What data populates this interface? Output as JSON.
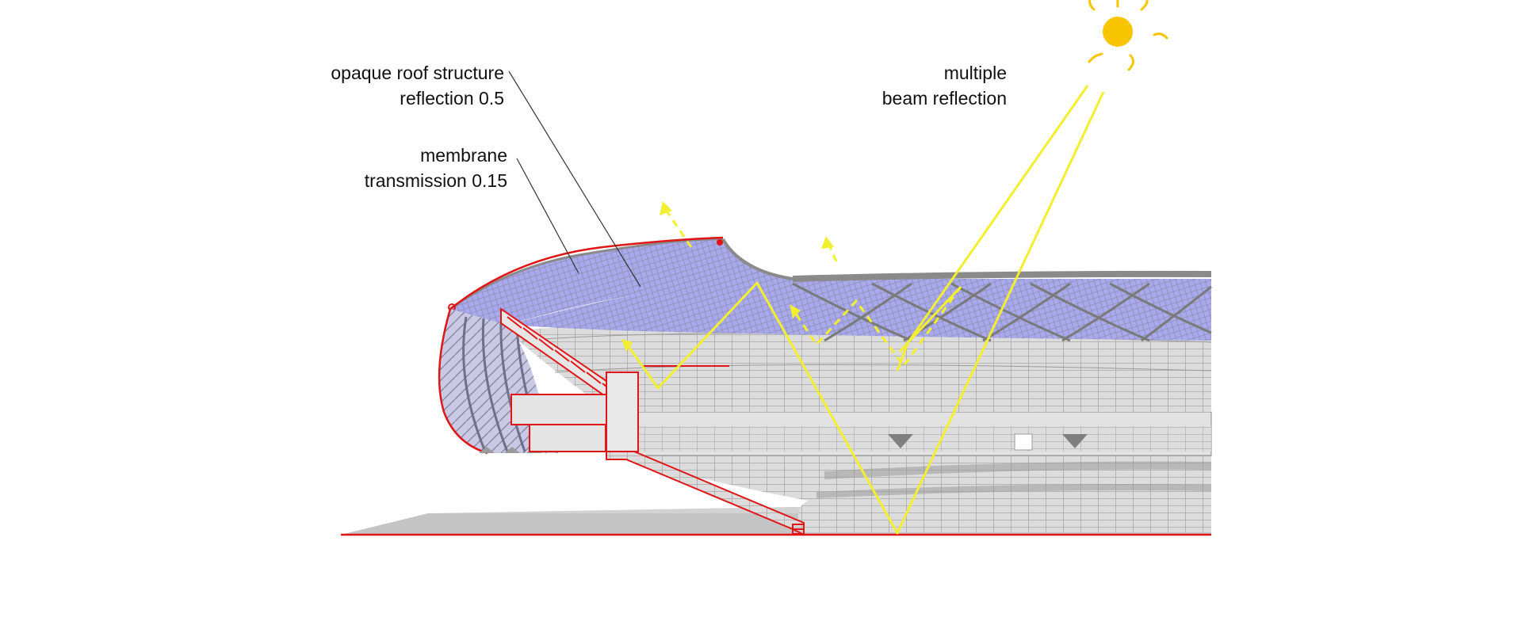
{
  "annotations": {
    "roof": {
      "line1": "opaque roof structure",
      "line2": "reflection 0.5"
    },
    "membrane": {
      "line1": "membrane",
      "line2": "transmission 0.15"
    },
    "beam": {
      "line1": "multiple",
      "line2": "beam reflection"
    }
  },
  "colors": {
    "sun": "#f9c400",
    "sunlight_rays": "#f2ee30",
    "section_cut": "#e01515",
    "membrane_fill": "#a8a8ee",
    "structure": "#8a8a8a",
    "stands": "#d7d7d7",
    "leader_lines": "#333333",
    "text": "#111111"
  },
  "icons": {
    "sun": "sun-icon"
  }
}
